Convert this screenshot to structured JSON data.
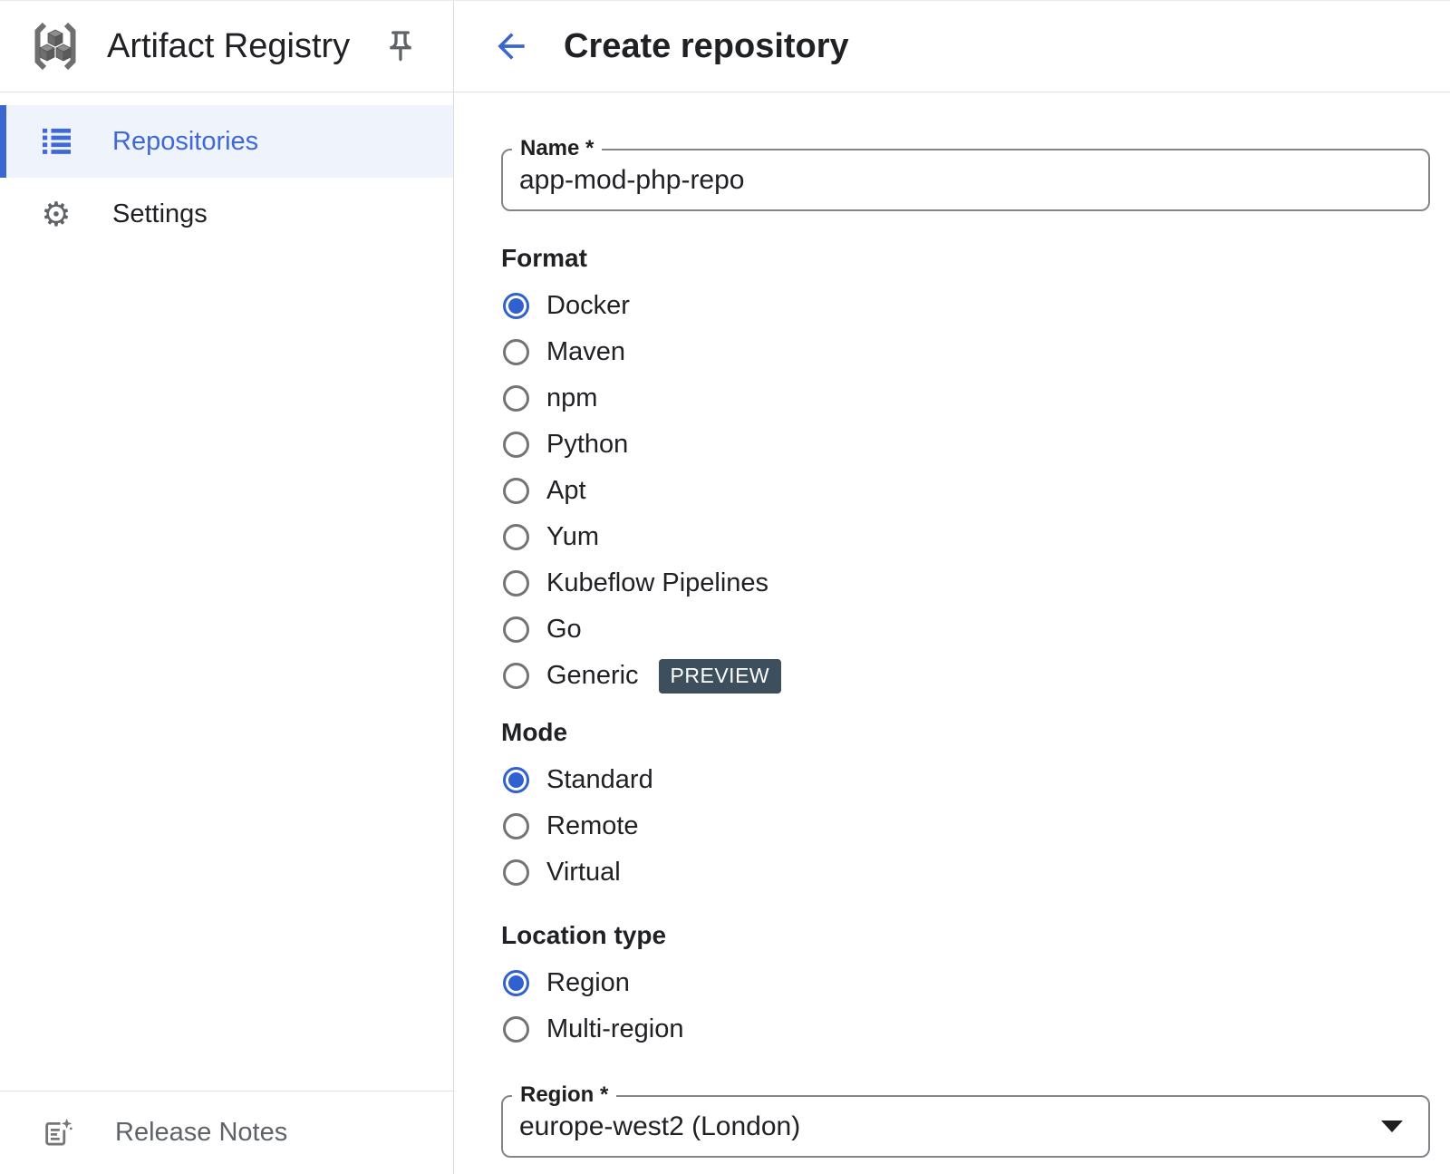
{
  "sidebar": {
    "title": "Artifact Registry",
    "nav": [
      {
        "label": "Repositories",
        "selected": true
      },
      {
        "label": "Settings",
        "selected": false
      }
    ],
    "footer": {
      "label": "Release Notes"
    }
  },
  "header": {
    "title": "Create repository"
  },
  "form": {
    "name_field": {
      "label": "Name *",
      "value": "app-mod-php-repo"
    },
    "format": {
      "label": "Format",
      "options": [
        {
          "label": "Docker",
          "selected": true
        },
        {
          "label": "Maven",
          "selected": false
        },
        {
          "label": "npm",
          "selected": false
        },
        {
          "label": "Python",
          "selected": false
        },
        {
          "label": "Apt",
          "selected": false
        },
        {
          "label": "Yum",
          "selected": false
        },
        {
          "label": "Kubeflow Pipelines",
          "selected": false
        },
        {
          "label": "Go",
          "selected": false
        },
        {
          "label": "Generic",
          "selected": false,
          "badge": "PREVIEW"
        }
      ]
    },
    "mode": {
      "label": "Mode",
      "options": [
        {
          "label": "Standard",
          "selected": true
        },
        {
          "label": "Remote",
          "selected": false
        },
        {
          "label": "Virtual",
          "selected": false
        }
      ]
    },
    "location_type": {
      "label": "Location type",
      "options": [
        {
          "label": "Region",
          "selected": true
        },
        {
          "label": "Multi-region",
          "selected": false
        }
      ]
    },
    "region_field": {
      "label": "Region *",
      "value": "europe-west2 (London)"
    }
  },
  "colors": {
    "accent_blue": "#3a66d1",
    "selected_nav_bg": "#eef3fc",
    "badge_bg": "#3d4f5c",
    "text_primary": "#202124",
    "text_secondary": "#5f6368",
    "divider": "#e0e0e0"
  }
}
